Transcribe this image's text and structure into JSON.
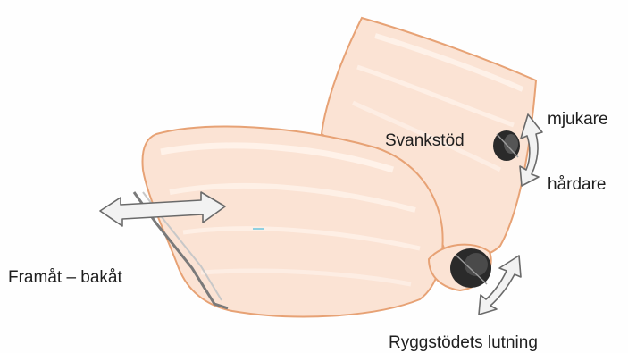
{
  "labels": {
    "lumbar_support": "Svankstöd",
    "softer": "mjukare",
    "harder": "hårdare",
    "forward_back": "Framåt – bakåt",
    "backrest_tilt": "Ryggstödets lutning"
  },
  "colors": {
    "seat_fill": "#fbe3d4",
    "seat_outline": "#e7a275",
    "highlight": "#fff4ec",
    "knob": "#2a2a2a",
    "arrow_fill": "#f2f2f2",
    "arrow_stroke": "#6a6a6a",
    "text": "#1f1f1f"
  },
  "icons": [
    "lumbar-knob-icon",
    "recline-knob-icon",
    "fore-aft-arrow-icon",
    "lumbar-arrow-icon",
    "recline-arrow-icon"
  ]
}
